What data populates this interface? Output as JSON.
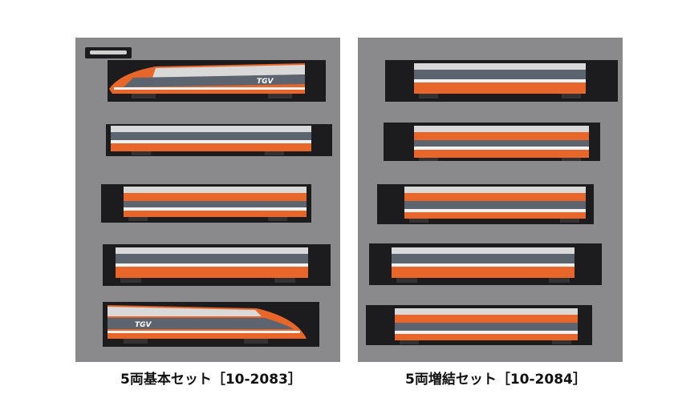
{
  "sets": [
    {
      "caption": "5両基本セット［10-2083］",
      "cars": [
        {
          "type": "power-car-left",
          "livery_text": "TGV"
        },
        {
          "type": "coach",
          "livery_text": ""
        },
        {
          "type": "coach",
          "livery_text": ""
        },
        {
          "type": "coach",
          "livery_text": ""
        },
        {
          "type": "power-car-right",
          "livery_text": "TGV"
        }
      ]
    },
    {
      "caption": "5両増結セット［10-2084］",
      "cars": [
        {
          "type": "coach",
          "livery_text": ""
        },
        {
          "type": "coach",
          "livery_text": ""
        },
        {
          "type": "coach",
          "livery_text": ""
        },
        {
          "type": "coach",
          "livery_text": ""
        },
        {
          "type": "coach",
          "livery_text": ""
        }
      ]
    }
  ],
  "colors": {
    "tray": "#8a8a8c",
    "slot": "#1c1c1e",
    "orange": "#e8662a",
    "grey_band": "#5c6470",
    "white_stripe": "#f2f2f2",
    "roof": "#d9d9d9"
  }
}
